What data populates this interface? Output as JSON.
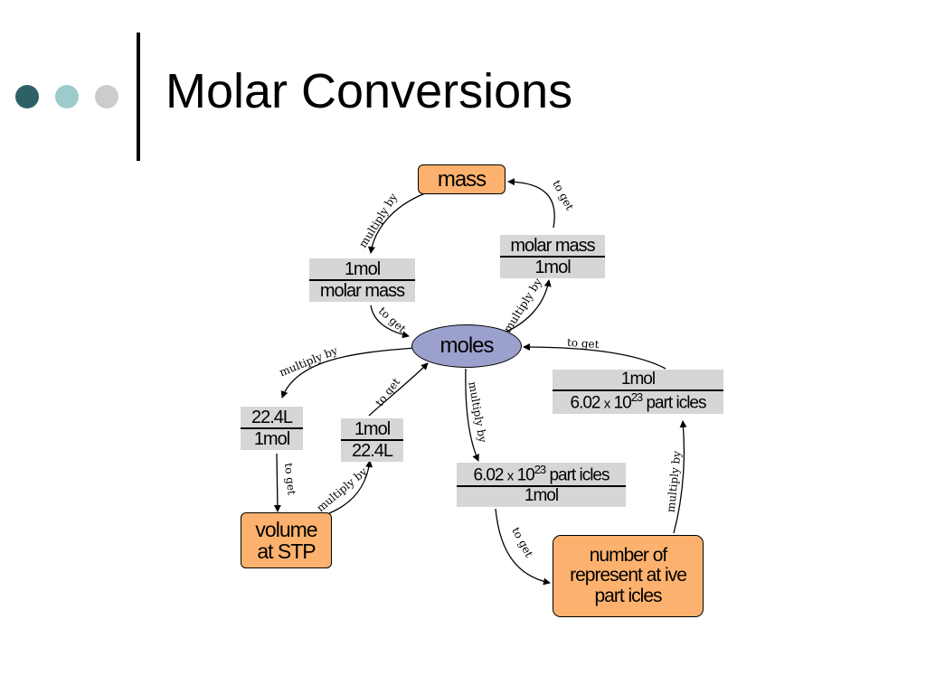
{
  "slide": {
    "title": "Molar Conversions",
    "dot_colors": [
      "#2e6068",
      "#9ccbcc",
      "#cccccc"
    ]
  },
  "nodes": {
    "mass": "mass",
    "moles": "moles",
    "volume_line1": "volume",
    "volume_line2": "at  STP",
    "particles_line1": "number of",
    "particles_line2": "represent at ive",
    "particles_line3": "part icles"
  },
  "fractions": {
    "mol_over_molar_mass": {
      "numerator": "1mol",
      "denominator": "molar mass"
    },
    "molar_mass_over_mol": {
      "numerator": "molar mass",
      "denominator": "1mol"
    },
    "liters_over_mol": {
      "numerator": "22.4L",
      "denominator": "1mol"
    },
    "mol_over_liters": {
      "numerator": "1mol",
      "denominator": "22.4L"
    },
    "mol_over_avogadro": {
      "numerator": "1mol",
      "denominator_base": "6.02",
      "denominator_x": "x",
      "denominator_ten": "10",
      "denominator_exp": "23",
      "denominator_unit": "part icles"
    },
    "avogadro_over_mol": {
      "numerator_base": "6.02",
      "numerator_x": "x",
      "numerator_ten": "10",
      "numerator_exp": "23",
      "numerator_unit": "part icles",
      "denominator": "1mol"
    }
  },
  "edge_labels": {
    "multiply_by_mass": "multiply by",
    "to_get_mass": "to get",
    "to_get_moles_from_mass": "to get",
    "multiply_by_moles_to_mass": "multiply by",
    "to_get_moles_from_particles": "to get",
    "multiply_by_moles_to_volume": "multiply  by",
    "to_get_moles_from_volume": "to get",
    "to_get_volume": "to get",
    "multiply_by_volume": "multiply by",
    "multiply_by_moles_to_particles": "multiply by",
    "to_get_particles": "to get",
    "multiply_by_particles": "multiply by"
  }
}
